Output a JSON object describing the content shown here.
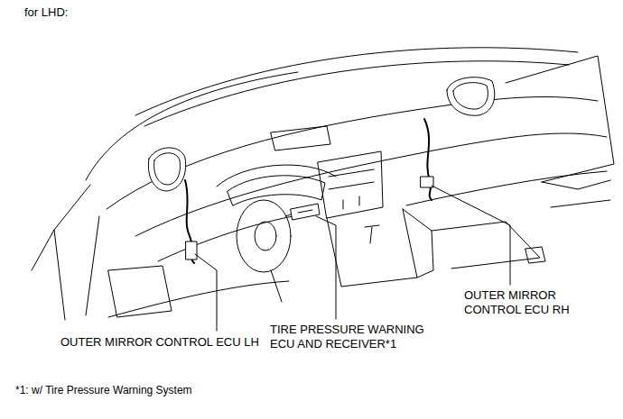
{
  "diagram": {
    "title": "for LHD:",
    "labels": [
      "OUTER MIRROR CONTROL ECU LH",
      "TIRE PRESSURE WARNING ECU AND RECEIVER*1",
      "OUTER MIRROR CONTROL ECU RH",
      "*1: w/ Tire Pressure Warning System"
    ]
  }
}
